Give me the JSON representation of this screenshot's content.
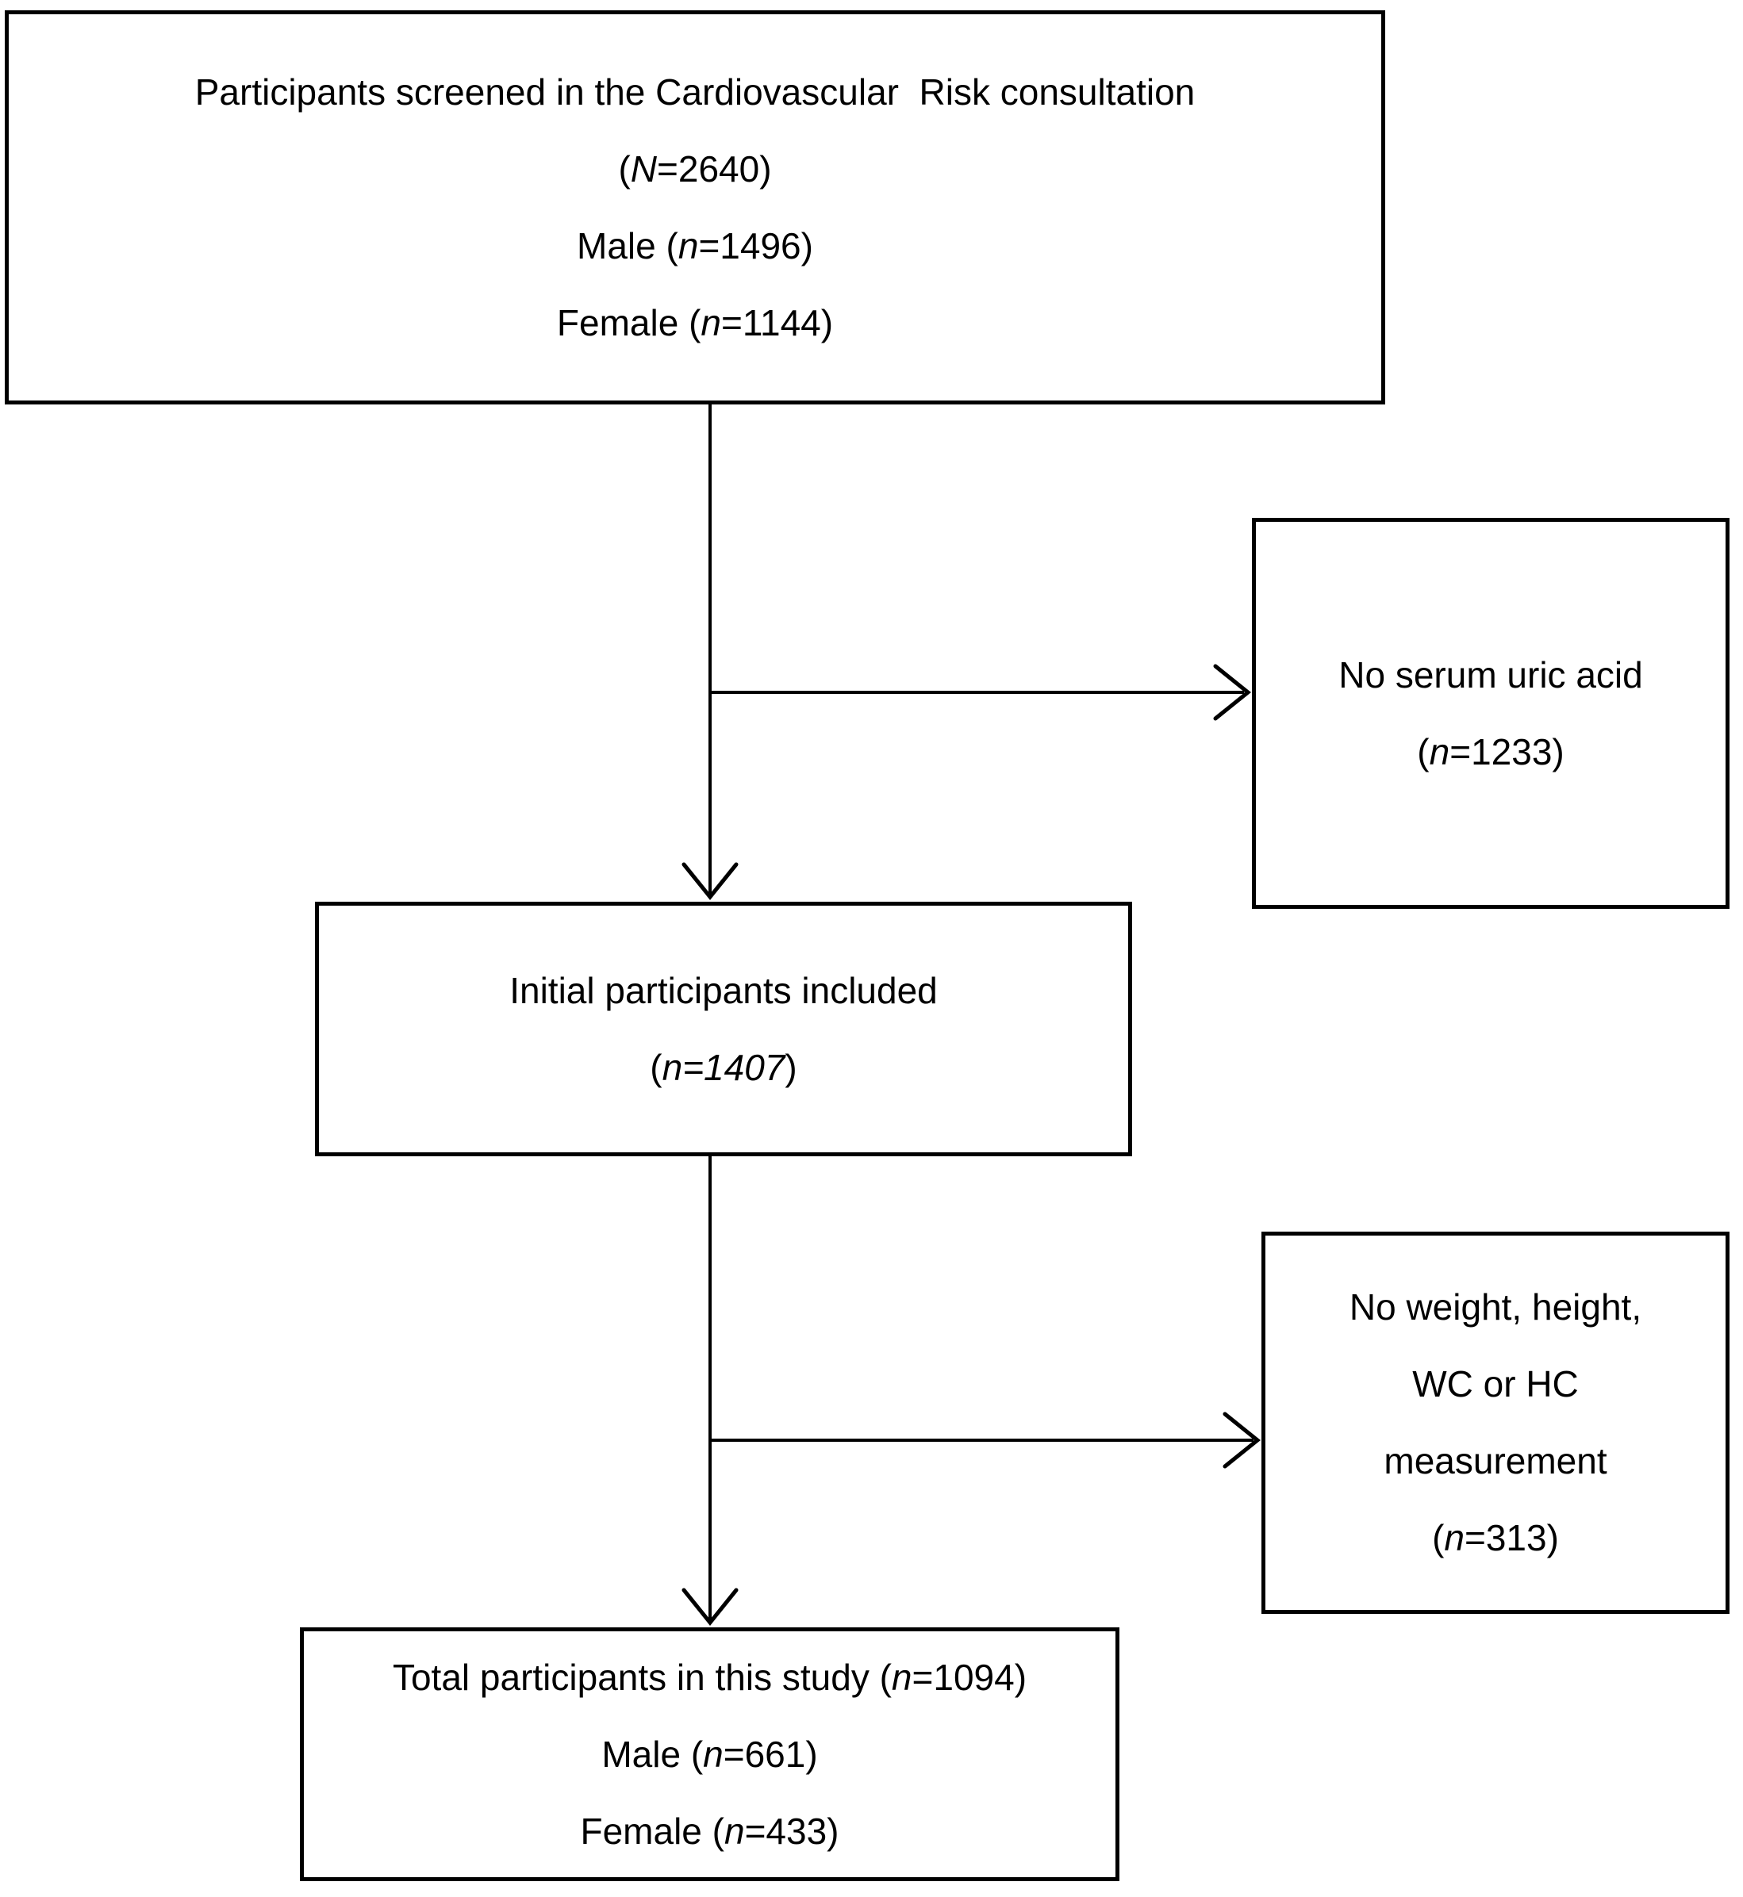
{
  "figure_type": "participant-flow-diagram",
  "colors": {
    "background": "#ffffff",
    "box_border": "#000000",
    "text": "#000000",
    "connector": "#000000"
  },
  "boxes": {
    "screened": {
      "lines": [
        {
          "pre": "Participants screened in the Cardiovascular  Risk consultation"
        },
        {
          "pre": "(",
          "it": "N",
          "post": "=2640)"
        },
        {
          "pre": "Male (",
          "it": "n",
          "post": "=1496)"
        },
        {
          "pre": "Female (",
          "it": "n",
          "post": "=1144)"
        }
      ]
    },
    "no_uric_acid": {
      "lines": [
        {
          "pre": "No serum uric acid"
        },
        {
          "pre": "(",
          "it": "n",
          "post": "=1233)"
        }
      ]
    },
    "initial_included": {
      "lines": [
        {
          "pre": "Initial participants included"
        },
        {
          "pre": "(",
          "it": "n=1407",
          "post": ")"
        }
      ]
    },
    "no_anthropometry": {
      "lines": [
        {
          "pre": "No weight, height,"
        },
        {
          "pre": "WC or HC"
        },
        {
          "pre": "measurement"
        },
        {
          "pre": "(",
          "it": "n",
          "post": "=313)"
        }
      ]
    },
    "total": {
      "lines": [
        {
          "pre": "Total participants in this study (",
          "it": "n",
          "post": "=1094)"
        },
        {
          "pre": "Male (",
          "it": "n",
          "post": "=661)"
        },
        {
          "pre": "Female (",
          "it": "n",
          "post": "=433)"
        }
      ]
    }
  },
  "connectors": [
    {
      "from": "screened",
      "to": "initial_included",
      "type": "arrow-down"
    },
    {
      "from": "screened-trunk",
      "to": "no_uric_acid",
      "type": "arrow-right"
    },
    {
      "from": "initial_included",
      "to": "total",
      "type": "arrow-down"
    },
    {
      "from": "initial-trunk",
      "to": "no_anthropometry",
      "type": "arrow-right"
    }
  ]
}
